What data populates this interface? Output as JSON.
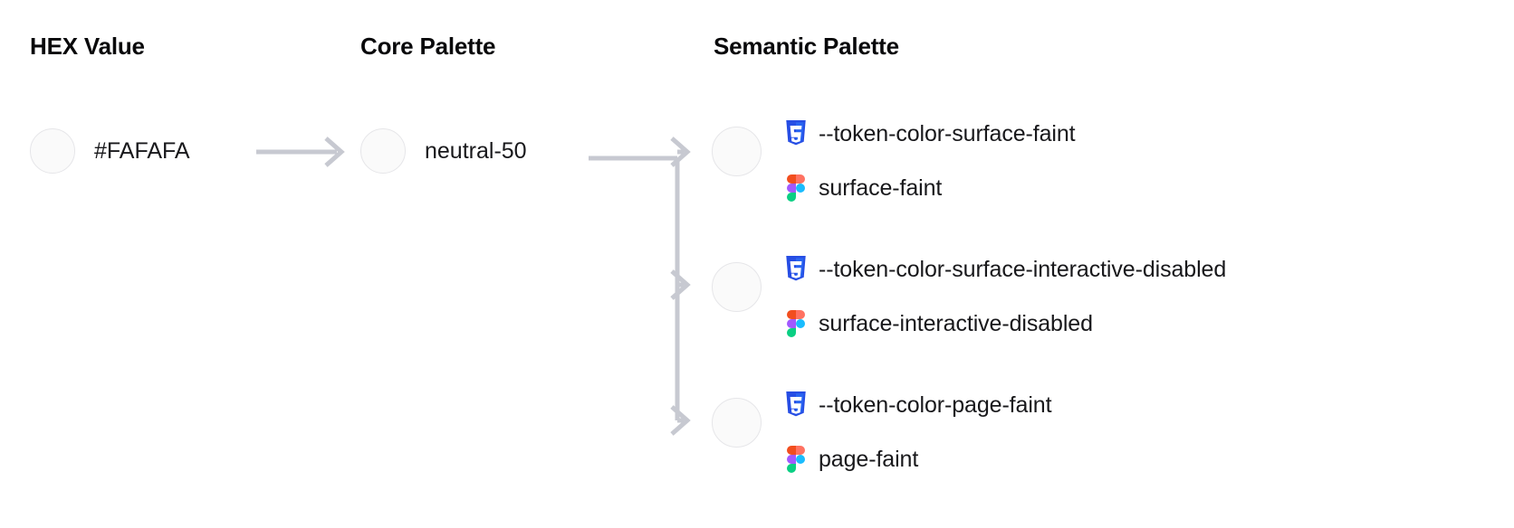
{
  "columns": {
    "hex": {
      "heading": "HEX Value",
      "value": "#FAFAFA",
      "swatch_color": "#FAFAFA"
    },
    "core": {
      "heading": "Core Palette",
      "value": "neutral-50",
      "swatch_color": "#FAFAFA"
    },
    "semantic": {
      "heading": "Semantic Palette"
    }
  },
  "semantic_tokens": [
    {
      "swatch_color": "#FAFAFA",
      "css_icon": "css3-icon",
      "css_token": "--token-color-surface-faint",
      "figma_icon": "figma-icon",
      "figma_token": "surface-faint"
    },
    {
      "swatch_color": "#FAFAFA",
      "css_icon": "css3-icon",
      "css_token": "--token-color-surface-interactive-disabled",
      "figma_icon": "figma-icon",
      "figma_token": "surface-interactive-disabled"
    },
    {
      "swatch_color": "#FAFAFA",
      "css_icon": "css3-icon",
      "css_token": "--token-color-page-faint",
      "figma_icon": "figma-icon",
      "figma_token": "page-faint"
    }
  ],
  "theme": {
    "background": "#FFFFFF",
    "text_color": "#18181B",
    "heading_color": "#09090B",
    "connector_color": "#C7C9D1",
    "swatch_border": "#E6E6E9",
    "css_icon_colors": {
      "shield_dark": "#264DE4",
      "shield_light": "#2965F1",
      "glyph": "#FFFFFF"
    },
    "figma_icon_colors": {
      "orange": "#F24E1E",
      "salmon": "#FF7262",
      "purple": "#A259FF",
      "blue": "#1ABCFE",
      "green": "#0ACF83"
    }
  }
}
